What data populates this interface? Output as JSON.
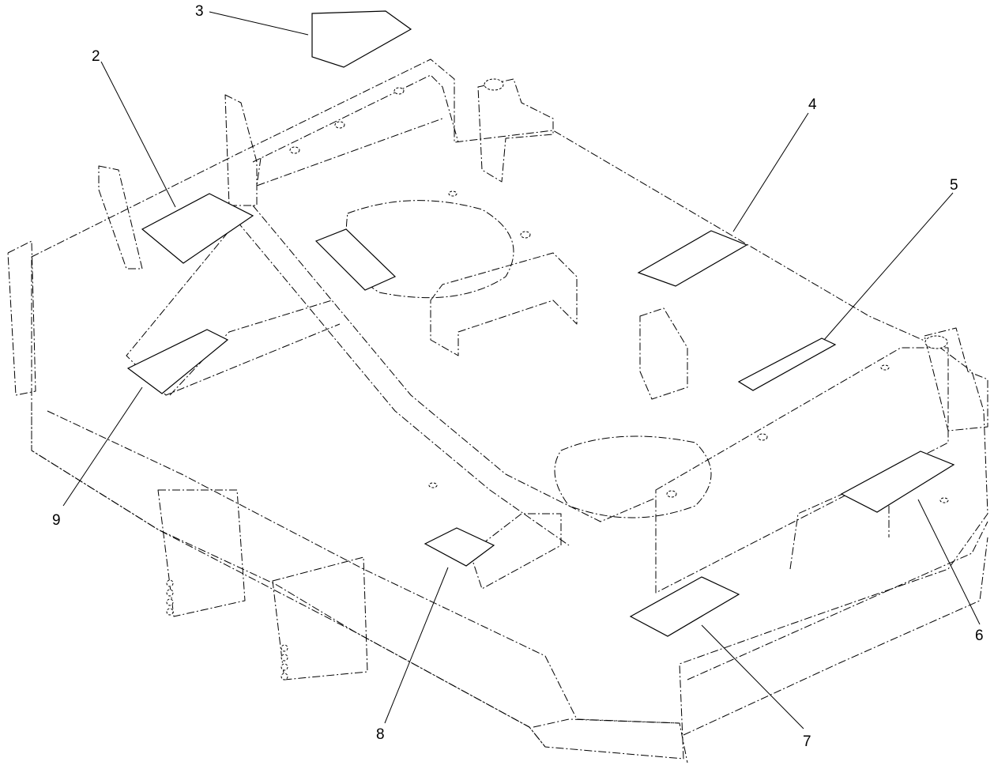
{
  "callouts": [
    {
      "id": "2",
      "label": "2"
    },
    {
      "id": "3",
      "label": "3"
    },
    {
      "id": "4",
      "label": "4"
    },
    {
      "id": "5",
      "label": "5"
    },
    {
      "id": "6",
      "label": "6"
    },
    {
      "id": "7",
      "label": "7"
    },
    {
      "id": "8",
      "label": "8"
    },
    {
      "id": "9",
      "label": "9"
    }
  ]
}
